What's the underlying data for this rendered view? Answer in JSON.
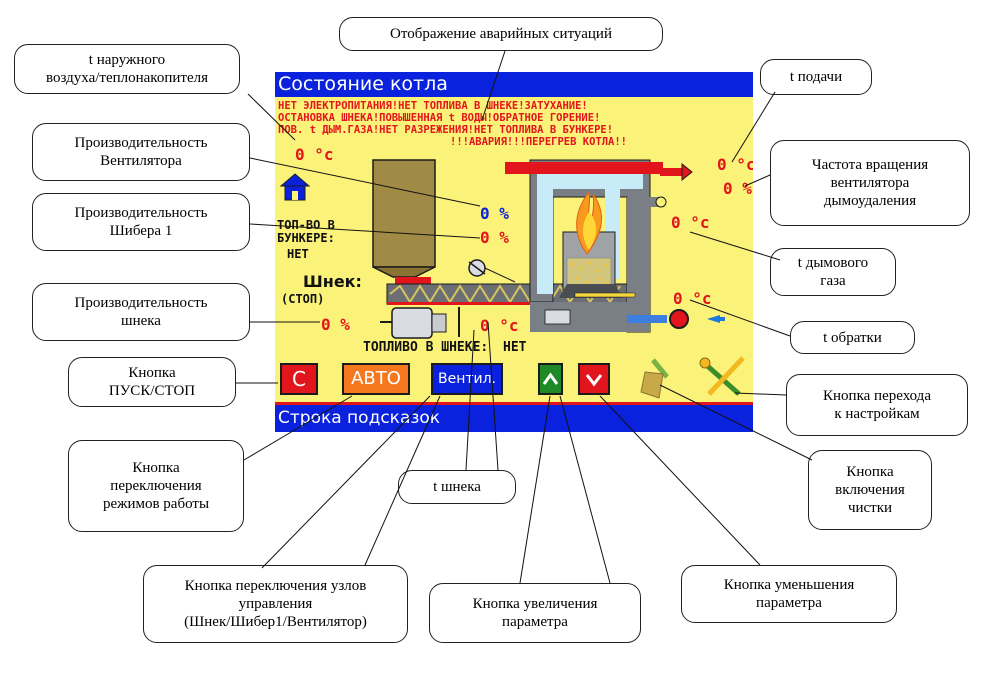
{
  "screen": {
    "title": "Состояние котла",
    "alarm_lines": [
      "НЕТ ЭЛЕКТРОПИТАНИЯ!НЕТ ТОПЛИВА В ШНЕКЕ!ЗАТУХАНИЕ!",
      "ОСТАНОВКА ШНЕКА!ПОВЫШЕННАЯ t ВОДЫ!ОБРАТНОЕ ГОРЕНИЕ!",
      "ПОВ. t ДЫМ.ГАЗА!НЕТ РАЗРЕЖЕНИЯ!НЕТ ТОПЛИВА В БУНКЕРЕ!",
      "!!!АВАРИЯ!!!ПЕРЕГРЕВ КОТЛА!!"
    ],
    "readouts": {
      "outside_temp": "0 °c",
      "fan_power": "0 %",
      "damper_power": "0 %",
      "screw_power": "0 %",
      "screw_temp": "0 °c",
      "supply_temp": "0 °c",
      "smoke_fan_speed": "0 %",
      "flue_gas_temp": "0 °c",
      "return_temp": "0 °c"
    },
    "hopper_fuel_label": "ТОП-ВО В БУНКЕРЕ:",
    "hopper_fuel_value": "НЕТ",
    "screw_label": "Шнек:",
    "screw_state": "(СТОП)",
    "screw_fuel_label": "ТОПЛИВО В ШНЕКЕ:",
    "screw_fuel_value": "НЕТ",
    "buttons": {
      "start_stop": "С",
      "mode": "АВТО",
      "node": "Вентил.",
      "increase": "^",
      "decrease": "v"
    },
    "hint_bar": "Строка подсказок",
    "colors": {
      "screen_bg": "#fbf27a",
      "header_bg": "#0a22dd",
      "alarm_text": "#e3151c",
      "button_red": "#e3151c",
      "button_orange": "#f5781e",
      "button_blue": "#0a22dd",
      "button_green": "#1e8a27",
      "boiler_gray": "#7a7f86",
      "hopper_brown": "#a08a45"
    }
  },
  "callouts": {
    "alarms": "Отображение аварийных ситуаций",
    "outside_temp": [
      "t наружного",
      "воздуха/теплонакопителя"
    ],
    "fan_power": [
      "Производительность",
      "Вентилятора"
    ],
    "damper_power": [
      "Производительность",
      "Шибера 1"
    ],
    "screw_power": [
      "Производительность",
      "шнека"
    ],
    "start_stop": [
      "Кнопка",
      "ПУСК/СТОП"
    ],
    "mode": [
      "Кнопка",
      "переключения",
      "режимов работы"
    ],
    "node": [
      "Кнопка переключения узлов",
      "управления",
      "(Шнек/Шибер1/Вентилятор)"
    ],
    "screw_temp": "t шнека",
    "increase": [
      "Кнопка увеличения",
      "параметра"
    ],
    "decrease": [
      "Кнопка уменьшения",
      "параметра"
    ],
    "cleaning": [
      "Кнопка",
      "включения",
      "чистки"
    ],
    "settings": [
      "Кнопка перехода",
      "к настройкам"
    ],
    "return_temp": "t обратки",
    "flue_gas_temp": [
      "t дымового",
      "газа"
    ],
    "smoke_fan": [
      "Частота вращения",
      "вентилятора",
      "дымоудаления"
    ],
    "supply_temp": "t подачи"
  }
}
